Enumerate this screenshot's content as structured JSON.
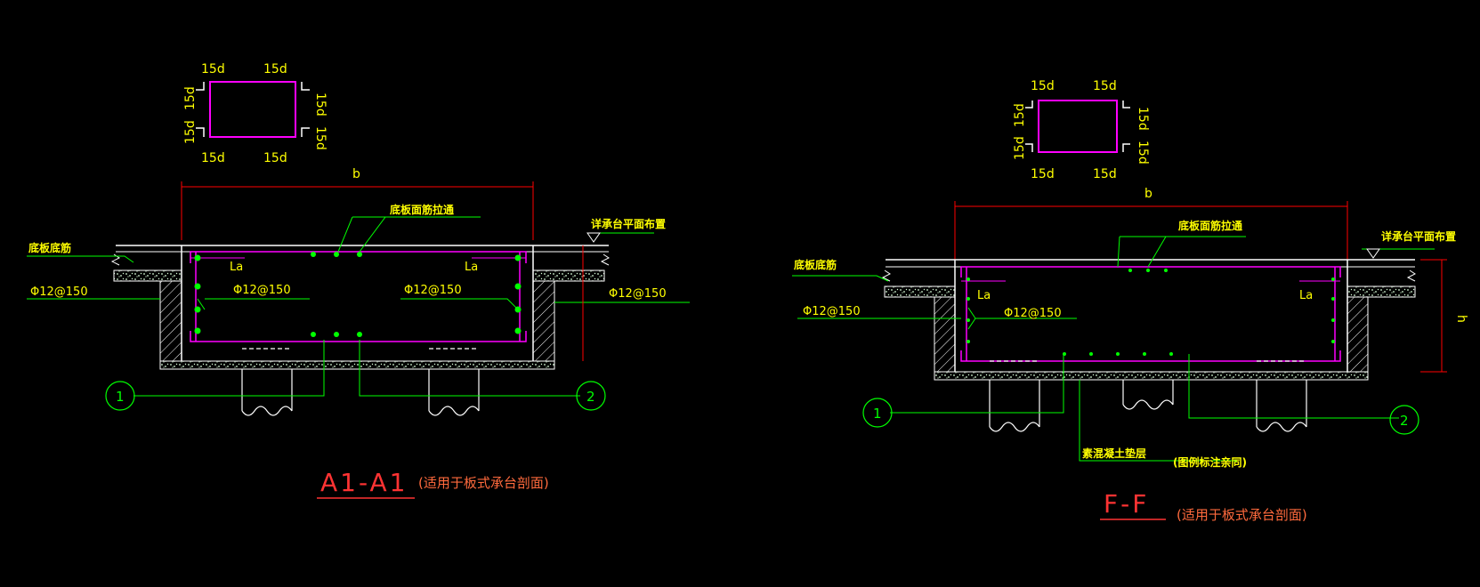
{
  "colors": {
    "background": "#000000",
    "concrete": "#ffffff",
    "rebar": "#ff00ff",
    "leader": "#00ff00",
    "text": "#ffff00",
    "title": "#ff3333",
    "dimension_red": "#ff0000"
  },
  "section_a": {
    "corner_labels": [
      "15d",
      "15d",
      "15d",
      "15d",
      "15d",
      "15d",
      "15d",
      "15d"
    ],
    "width_label": "b",
    "top_bar_note": "底板面筋拉通",
    "bottom_bar_note": "底板底筋",
    "slab_note": "详承台平面布置",
    "anchor_left": "La",
    "anchor_right": "La",
    "rebar_left": "Φ12@150",
    "rebar_inner_left": "Φ12@150",
    "rebar_inner_right": "Φ12@150",
    "rebar_right": "Φ12@150",
    "axis_1": "1",
    "axis_2": "2",
    "title": "A1-A1",
    "subtitle": "(适用于板式承台剖面)"
  },
  "section_f": {
    "corner_labels": [
      "15d",
      "15d",
      "15d",
      "15d",
      "15d",
      "15d",
      "15d",
      "15d"
    ],
    "width_label": "b",
    "height_label": "h",
    "top_bar_note": "底板面筋拉通",
    "bottom_bar_note": "底板底筋",
    "slab_note": "详承台平面布置",
    "anchor_left": "La",
    "anchor_right": "La",
    "rebar_left": "Φ12@150",
    "rebar_inner": "Φ12@150",
    "cushion_note": "素混凝土垫层",
    "cushion_ref": "(图例标注亲同)",
    "axis_1": "1",
    "axis_2": "2",
    "title": "F-F",
    "subtitle": "(适用于板式承台剖面)"
  }
}
